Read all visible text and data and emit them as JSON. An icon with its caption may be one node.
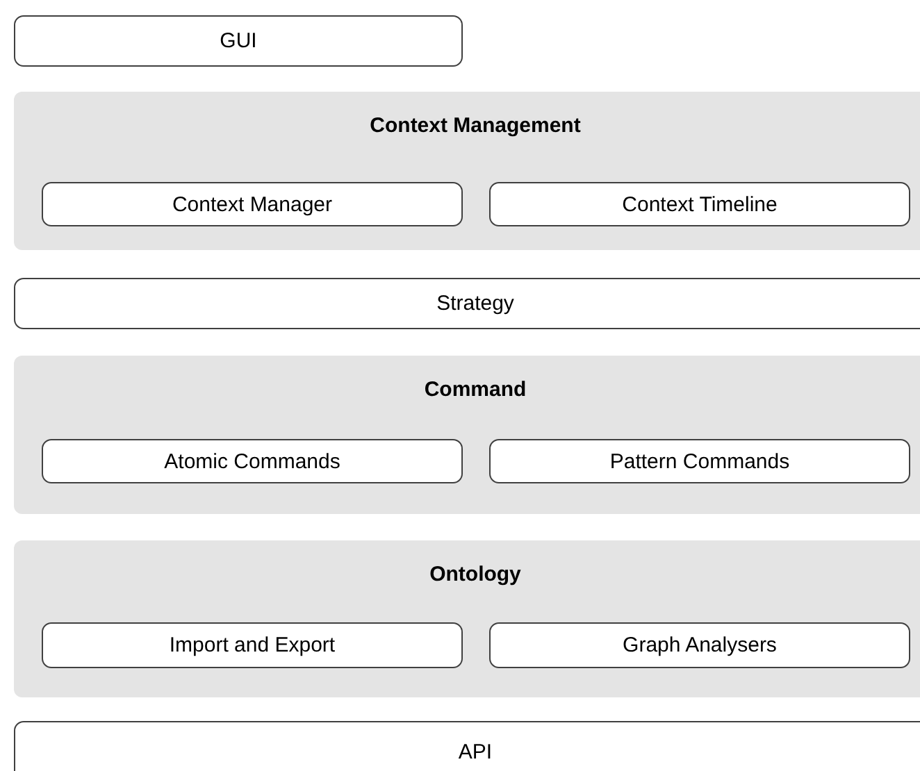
{
  "diagram": {
    "nodes": [
      {
        "text": [
          "GUI"
        ]
      },
      {
        "text": [
          "Context Management"
        ]
      },
      {
        "text": [
          "Context Manager"
        ],
        "in": 1
      },
      {
        "text": [
          "Context Timeline"
        ],
        "in": 1
      },
      {
        "text": [
          "Strategy"
        ]
      },
      {
        "text": [
          "Command"
        ]
      },
      {
        "text": [
          "Atomic Commands"
        ],
        "in": 5
      },
      {
        "text": [
          "Pattern Commands"
        ],
        "in": 5
      },
      {
        "text": [
          "Ontology"
        ]
      },
      {
        "text": [
          "Import and Export"
        ],
        "in": 8
      },
      {
        "text": [
          "Graph Analysers"
        ],
        "in": 8
      },
      {
        "text": [
          "API"
        ]
      }
    ]
  }
}
